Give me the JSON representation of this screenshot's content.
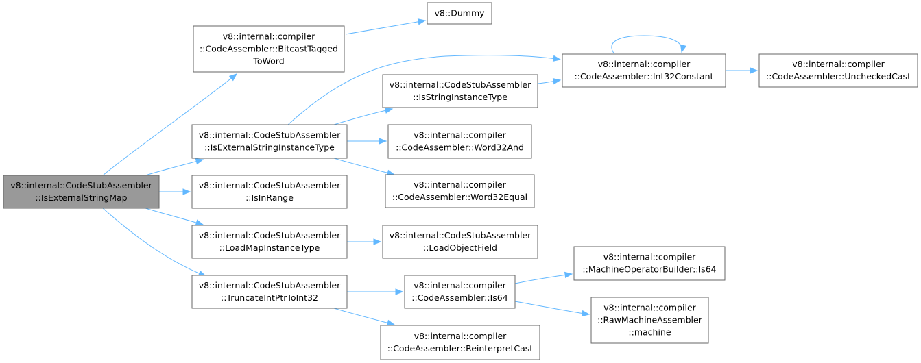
{
  "graph": {
    "edge_color": "#63b8ff",
    "root_fill": "#999999",
    "node_border": "#666666",
    "nodes": [
      {
        "id": "root",
        "lines": [
          "v8::internal::CodeStubAssembler",
          "::IsExternalStringMap"
        ],
        "root": true
      },
      {
        "id": "bitcast",
        "lines": [
          "v8::internal::compiler",
          "::CodeAssembler::BitcastTagged",
          "ToWord"
        ]
      },
      {
        "id": "dummy",
        "lines": [
          "v8::Dummy"
        ]
      },
      {
        "id": "isext",
        "lines": [
          "v8::internal::CodeStubAssembler",
          "::IsExternalStringInstanceType"
        ]
      },
      {
        "id": "int32const",
        "lines": [
          "v8::internal::compiler",
          "::CodeAssembler::Int32Constant"
        ]
      },
      {
        "id": "unchecked",
        "lines": [
          "v8::internal::compiler",
          "::CodeAssembler::UncheckedCast"
        ]
      },
      {
        "id": "isstring",
        "lines": [
          "v8::internal::CodeStubAssembler",
          "::IsStringInstanceType"
        ]
      },
      {
        "id": "word32and",
        "lines": [
          "v8::internal::compiler",
          "::CodeAssembler::Word32And"
        ]
      },
      {
        "id": "word32equal",
        "lines": [
          "v8::internal::compiler",
          "::CodeAssembler::Word32Equal"
        ]
      },
      {
        "id": "isinrange",
        "lines": [
          "v8::internal::CodeStubAssembler",
          "::IsInRange"
        ]
      },
      {
        "id": "loadmap",
        "lines": [
          "v8::internal::CodeStubAssembler",
          "::LoadMapInstanceType"
        ]
      },
      {
        "id": "loadobj",
        "lines": [
          "v8::internal::CodeStubAssembler",
          "::LoadObjectField"
        ]
      },
      {
        "id": "truncate",
        "lines": [
          "v8::internal::CodeStubAssembler",
          "::TruncateIntPtrToInt32"
        ]
      },
      {
        "id": "is64",
        "lines": [
          "v8::internal::compiler",
          "::CodeAssembler::Is64"
        ]
      },
      {
        "id": "mobis64",
        "lines": [
          "v8::internal::compiler",
          "::MachineOperatorBuilder::Is64"
        ]
      },
      {
        "id": "rawmachine",
        "lines": [
          "v8::internal::compiler",
          "::RawMachineAssembler",
          "::machine"
        ]
      },
      {
        "id": "reinterpret",
        "lines": [
          "v8::internal::compiler",
          "::CodeAssembler::ReinterpretCast"
        ]
      }
    ],
    "edges": [
      {
        "from": "root",
        "to": "bitcast"
      },
      {
        "from": "root",
        "to": "isext"
      },
      {
        "from": "root",
        "to": "isinrange"
      },
      {
        "from": "root",
        "to": "loadmap"
      },
      {
        "from": "root",
        "to": "truncate"
      },
      {
        "from": "bitcast",
        "to": "dummy"
      },
      {
        "from": "isext",
        "to": "int32const"
      },
      {
        "from": "isext",
        "to": "isstring"
      },
      {
        "from": "isext",
        "to": "word32and"
      },
      {
        "from": "isext",
        "to": "word32equal"
      },
      {
        "from": "int32const",
        "to": "int32const"
      },
      {
        "from": "int32const",
        "to": "unchecked"
      },
      {
        "from": "isstring",
        "to": "int32const"
      },
      {
        "from": "loadmap",
        "to": "loadobj"
      },
      {
        "from": "truncate",
        "to": "is64"
      },
      {
        "from": "truncate",
        "to": "reinterpret"
      },
      {
        "from": "is64",
        "to": "mobis64"
      },
      {
        "from": "is64",
        "to": "rawmachine"
      }
    ]
  }
}
